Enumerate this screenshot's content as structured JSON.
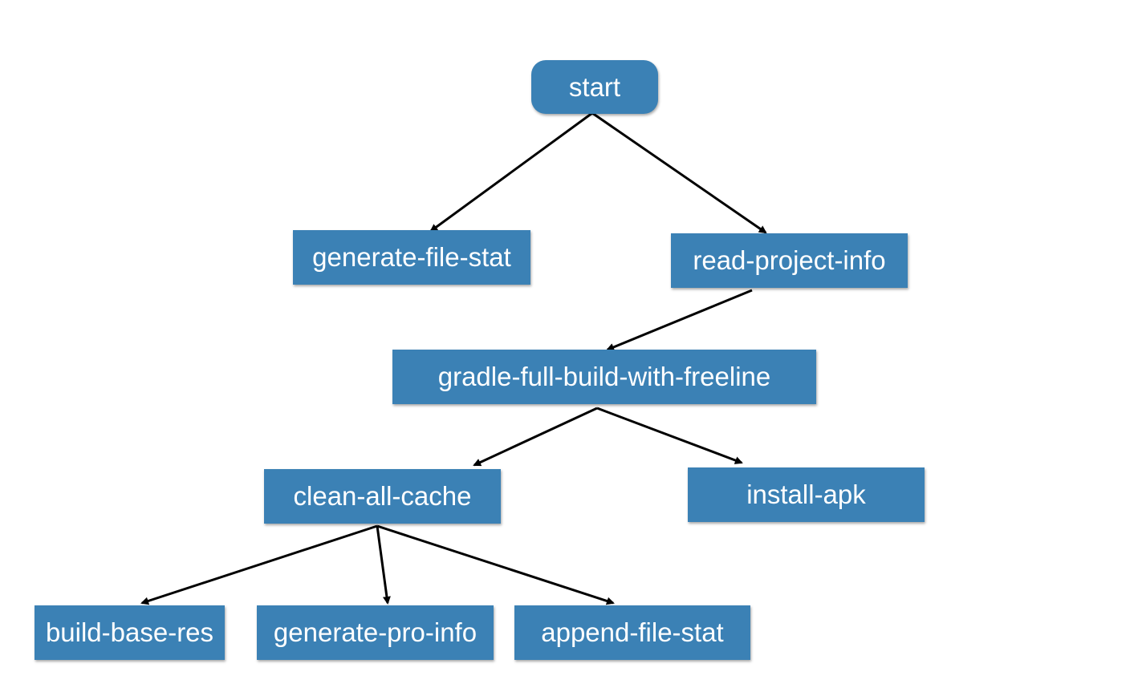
{
  "diagram": {
    "type": "flowchart-tree",
    "colors": {
      "node_fill": "#3b81b5",
      "node_text": "#ffffff",
      "edge": "#000000",
      "background": "#ffffff"
    },
    "nodes": [
      {
        "id": "start",
        "label": "start",
        "shape": "rounded-rectangle"
      },
      {
        "id": "generate-file-stat",
        "label": "generate-file-stat",
        "shape": "rectangle"
      },
      {
        "id": "read-project-info",
        "label": "read-project-info",
        "shape": "rectangle"
      },
      {
        "id": "gradle-full-build-with-freeline",
        "label": "gradle-full-build-with-freeline",
        "shape": "rectangle"
      },
      {
        "id": "clean-all-cache",
        "label": "clean-all-cache",
        "shape": "rectangle"
      },
      {
        "id": "install-apk",
        "label": "install-apk",
        "shape": "rectangle"
      },
      {
        "id": "build-base-res",
        "label": "build-base-res",
        "shape": "rectangle"
      },
      {
        "id": "generate-pro-info",
        "label": "generate-pro-info",
        "shape": "rectangle"
      },
      {
        "id": "append-file-stat",
        "label": "append-file-stat",
        "shape": "rectangle"
      }
    ],
    "edges": [
      {
        "from": "start",
        "to": "generate-file-stat"
      },
      {
        "from": "start",
        "to": "read-project-info"
      },
      {
        "from": "read-project-info",
        "to": "gradle-full-build-with-freeline"
      },
      {
        "from": "gradle-full-build-with-freeline",
        "to": "clean-all-cache"
      },
      {
        "from": "gradle-full-build-with-freeline",
        "to": "install-apk"
      },
      {
        "from": "clean-all-cache",
        "to": "build-base-res"
      },
      {
        "from": "clean-all-cache",
        "to": "generate-pro-info"
      },
      {
        "from": "clean-all-cache",
        "to": "append-file-stat"
      }
    ]
  }
}
